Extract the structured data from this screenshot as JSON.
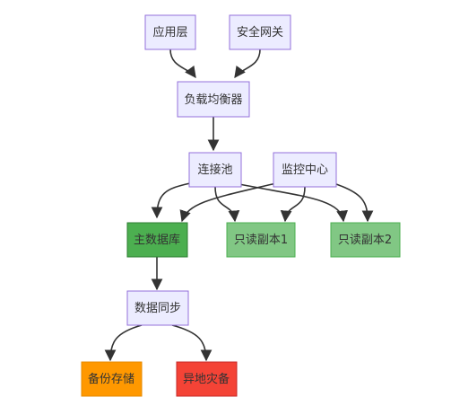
{
  "nodes": {
    "app_layer": "应用层",
    "security_gateway": "安全网关",
    "load_balancer": "负载均衡器",
    "connection_pool": "连接池",
    "monitor_center": "监控中心",
    "primary_db": "主数据库",
    "replica_1": "只读副本1",
    "replica_2": "只读副本2",
    "data_sync": "数据同步",
    "backup_storage": "备份存储",
    "offsite_dr": "异地灾备"
  },
  "colors": {
    "default_fill": "#ececff",
    "default_stroke": "#9370db",
    "primary_fill": "#4caf50",
    "replica_fill": "#81c784",
    "backup_fill": "#ff9800",
    "dr_fill": "#f44336",
    "edge": "#333333"
  }
}
